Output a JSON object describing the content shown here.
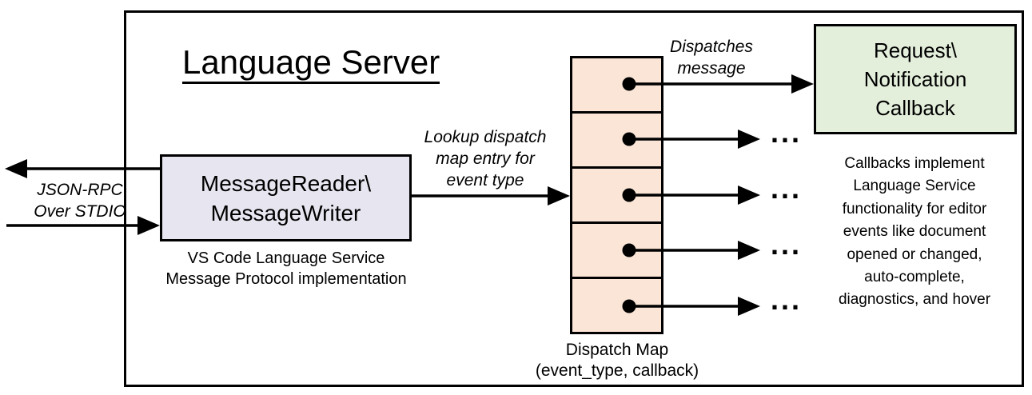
{
  "title": "Language Server",
  "stdio_label": {
    "line1": "JSON-RPC",
    "line2": "Over STDIO"
  },
  "reader_box": {
    "line1": "MessageReader\\",
    "line2": "MessageWriter"
  },
  "reader_caption": {
    "line1": "VS Code Language Service",
    "line2": "Message Protocol implementation"
  },
  "lookup_label": {
    "line1": "Lookup dispatch",
    "line2": "map entry for",
    "line3": "event type"
  },
  "dispatch_label": {
    "line1": "Dispatches",
    "line2": "message"
  },
  "callback_box": {
    "line1": "Request\\",
    "line2": "Notification",
    "line3": "Callback"
  },
  "dispatch_map": {
    "cell_count": 5,
    "ellipsis": "...",
    "caption_line1": "Dispatch Map",
    "caption_line2": "(event_type, callback)"
  },
  "callbacks_note": {
    "line1": "Callbacks implement",
    "line2": "Language Service",
    "line3": "functionality for editor",
    "line4": "events like document",
    "line5": "opened or changed,",
    "line6": "auto-complete,",
    "line7": "diagnostics, and hover"
  },
  "colors": {
    "outline": "#000000",
    "reader_box_fill": "#E7E6F0",
    "dispatch_cell_fill": "#FBE5D6",
    "callback_box_fill": "#E3EFDB"
  }
}
